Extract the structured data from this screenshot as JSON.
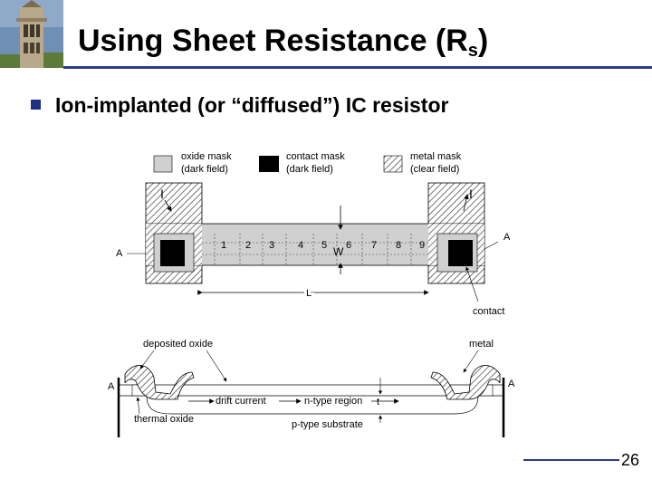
{
  "slide": {
    "title": "Using Sheet Resistance (R",
    "title_sub": "s",
    "title_end": ")",
    "bullet": "Ion-implanted (or “diffused”) IC resistor",
    "page_number": "26"
  },
  "legend": {
    "oxide_mask_1": "oxide mask",
    "oxide_mask_2": "(dark field)",
    "contact_mask_1": "contact mask",
    "contact_mask_2": "(dark field)",
    "metal_mask_1": "metal mask",
    "metal_mask_2": "(clear field)"
  },
  "top_view": {
    "current_left": "I",
    "current_right": "I",
    "section_left": "A",
    "section_right": "A",
    "width_label": "W",
    "length_label": "L",
    "contact_label": "contact",
    "squares": [
      "1",
      "2",
      "3",
      "4",
      "5",
      "6",
      "7",
      "8",
      "9"
    ]
  },
  "cross_section": {
    "deposited_oxide": "deposited oxide",
    "metal": "metal",
    "section_left": "A",
    "section_right": "A",
    "drift_current": "drift current",
    "n_type_region": "n-type region",
    "thickness": "t",
    "thermal_oxide": "thermal oxide",
    "p_type_substrate": "p-type substrate"
  },
  "colors": {
    "accent": "#2d3a8c",
    "bullet_mark": "#1f2f86",
    "oxide_fill": "#d0d0d0"
  }
}
